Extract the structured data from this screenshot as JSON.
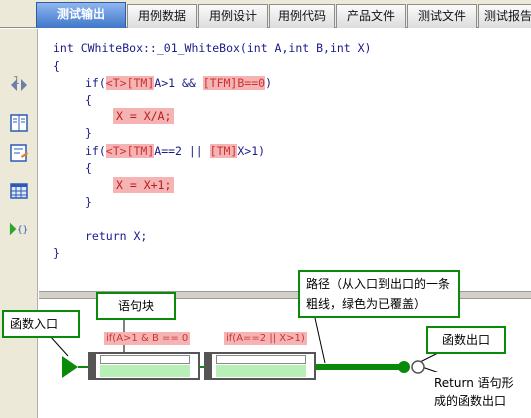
{
  "tabs": [
    {
      "label": "测试输出",
      "active": true
    },
    {
      "label": "用例数据",
      "active": false
    },
    {
      "label": "用例设计",
      "active": false
    },
    {
      "label": "用例代码",
      "active": false
    },
    {
      "label": "产品文件",
      "active": false
    },
    {
      "label": "测试文件",
      "active": false
    },
    {
      "label": "测试报告",
      "active": false
    }
  ],
  "gutter": {
    "line_number": "1",
    "icons": [
      "split-arrows-icon",
      "document-columns-icon",
      "edit-document-icon",
      "table-icon",
      "code-braces-icon"
    ]
  },
  "code": {
    "signature": "int CWhiteBox::_01_WhiteBox(int A,int B,int X)",
    "open_brace": "{",
    "if1": {
      "kw": "if(",
      "t1": "<T>",
      "t2": "[TM]",
      "cond1": "A>1 && ",
      "t3": "[TFM]",
      "cond2": "B==0",
      "close": ")"
    },
    "if1_open": "{",
    "stmt1": "X = X/A;",
    "if1_close": "}",
    "if2": {
      "kw": "if(",
      "t1": "<T>",
      "t2": "[TM]",
      "cond1": "A==2 || ",
      "t3": "[TM]",
      "cond2": "X>1",
      "close": ")"
    },
    "if2_open": "{",
    "stmt2": "X = X+1;",
    "if2_close": "}",
    "ret": "return X;",
    "close_brace": "}"
  },
  "diagram": {
    "entry_label": "函数入口",
    "block_label": "语句块",
    "path_label": "路径（从入口到出口的一条粗线，绿色为已覆盖）",
    "exit_label": "函数出口",
    "return_label": "Return 语句形成的函数出口",
    "block1_cond": "if(A>1 & B == 0",
    "block2_cond": "if(A==2 || X>1)",
    "colors": {
      "covered": "#0a8a0a",
      "tag_bg": "#f6b3b3",
      "tab_active": "#3f76c8"
    }
  }
}
